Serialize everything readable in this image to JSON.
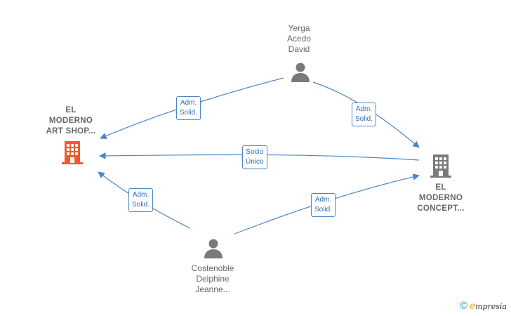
{
  "nodes": {
    "yerga": {
      "lines": [
        "Yerga",
        "Acedo",
        "David"
      ],
      "type": "person",
      "color": "#7a7a7a"
    },
    "artshop": {
      "lines": [
        "EL",
        "MODERNO",
        "ART SHOP..."
      ],
      "type": "company",
      "color": "#f15a2b"
    },
    "concept": {
      "lines": [
        "EL",
        "MODERNO",
        "CONCEPT..."
      ],
      "type": "company",
      "color": "#7a7a7a"
    },
    "costenoble": {
      "lines": [
        "Costenoble",
        "Delphine",
        "Jeanne..."
      ],
      "type": "person",
      "color": "#7a7a7a"
    }
  },
  "edges": [
    {
      "from": "yerga",
      "to": "artshop",
      "label": [
        "Adm.",
        "Solid."
      ]
    },
    {
      "from": "yerga",
      "to": "concept",
      "label": [
        "Adm.",
        "Solid."
      ]
    },
    {
      "from": "concept",
      "to": "artshop",
      "label": [
        "Socio",
        "Único"
      ]
    },
    {
      "from": "costenoble",
      "to": "artshop",
      "label": [
        "Adm.",
        "Solid."
      ]
    },
    {
      "from": "costenoble",
      "to": "concept",
      "label": [
        "Adm.",
        "Solid."
      ]
    }
  ],
  "edge_color": "#4a86c8",
  "footer": {
    "copyright": "©",
    "brand_initial": "e",
    "brand_rest": "mpresia"
  }
}
